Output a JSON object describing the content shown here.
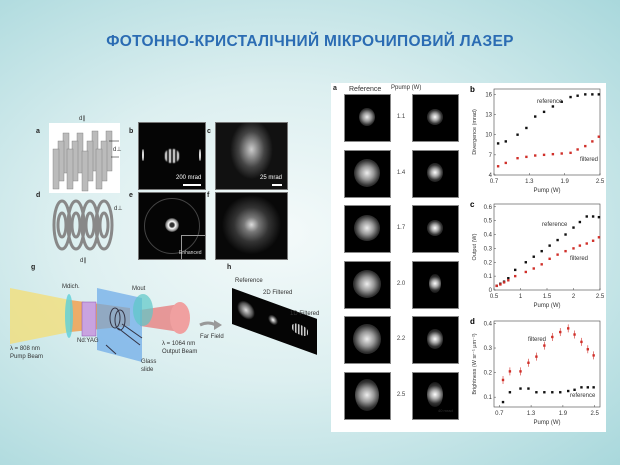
{
  "slide": {
    "title": "ФОТОННО-КРИСТАЛІЧНИЙ МІКРОЧИПОВИЙ ЛАЗЕР"
  },
  "left_figure": {
    "panel_labels": [
      "a",
      "b",
      "c",
      "d",
      "e",
      "f",
      "g",
      "h"
    ],
    "a": {
      "dim1": "d∥",
      "dim2": "d⊥"
    },
    "b": {
      "scale": "200 mrad"
    },
    "c": {
      "scale": "25 mrad"
    },
    "d": {
      "dim1": "d⊥",
      "dim2": "d∥"
    },
    "e": {
      "inset": "Enhanced"
    },
    "g": {
      "m_dich": "Mdich.",
      "m_out": "Mout",
      "crystal": "Nd:YAG",
      "pump1": "λ = 808 nm",
      "pump2": "Pump Beam",
      "out1": "λ = 1064 nm",
      "out2": "Output Beam",
      "glass1": "Glass",
      "glass2": "slide",
      "far_field": "Far Field"
    },
    "h": {
      "reference": "Reference",
      "filtered2d": "2D Filtered",
      "filtered1d": "1D Filtered"
    }
  },
  "right_figure": {
    "a": {
      "label": "a",
      "col_reference": "Reference",
      "col_pump": "Ppump (W)",
      "pumps": [
        "1.1",
        "1.4",
        "1.7",
        "2.0",
        "2.2",
        "2.5"
      ],
      "scale": "40 mrad"
    },
    "colors": {
      "reference": "#111111",
      "filtered": "#d0302a"
    }
  },
  "chart_data": [
    {
      "type": "scatter",
      "label": "b",
      "title": "",
      "xlabel": "Pump (W)",
      "ylabel": "Divergence (mrad)",
      "xlim": [
        0.7,
        2.5
      ],
      "ylim": [
        4,
        16.8
      ],
      "xticks": [
        0.7,
        1.3,
        1.9,
        2.5
      ],
      "yticks": [
        4,
        7,
        10,
        13,
        16
      ],
      "x": [
        0.77,
        0.9,
        1.1,
        1.25,
        1.4,
        1.55,
        1.7,
        1.85,
        2.0,
        2.12,
        2.25,
        2.37,
        2.48
      ],
      "series": [
        {
          "name": "reference",
          "values": [
            8.7,
            9.0,
            10.0,
            11.0,
            12.7,
            13.4,
            14.2,
            14.9,
            15.6,
            15.8,
            16.0,
            16.0,
            16.0
          ]
        },
        {
          "name": "filtered",
          "values": [
            5.3,
            5.8,
            6.5,
            6.7,
            6.9,
            7.0,
            7.1,
            7.2,
            7.3,
            7.8,
            8.3,
            9.0,
            9.7
          ]
        }
      ]
    },
    {
      "type": "scatter",
      "label": "c",
      "title": "",
      "xlabel": "Pump (W)",
      "ylabel": "Output (W)",
      "xlim": [
        0.5,
        2.5
      ],
      "ylim": [
        0,
        0.62
      ],
      "xticks": [
        0.5,
        1.0,
        1.5,
        2.0,
        2.5
      ],
      "yticks": [
        0.0,
        0.1,
        0.2,
        0.3,
        0.4,
        0.5,
        0.6
      ],
      "x": [
        0.55,
        0.62,
        0.69,
        0.77,
        0.9,
        1.1,
        1.25,
        1.4,
        1.55,
        1.7,
        1.85,
        2.0,
        2.12,
        2.25,
        2.37,
        2.48
      ],
      "series": [
        {
          "name": "reference",
          "values": [
            0.03,
            0.045,
            0.06,
            0.085,
            0.145,
            0.2,
            0.24,
            0.28,
            0.32,
            0.36,
            0.4,
            0.45,
            0.49,
            0.53,
            0.53,
            0.525
          ]
        },
        {
          "name": "filtered",
          "values": [
            0.03,
            0.04,
            0.055,
            0.07,
            0.1,
            0.13,
            0.155,
            0.185,
            0.225,
            0.255,
            0.28,
            0.3,
            0.32,
            0.335,
            0.355,
            0.38
          ]
        }
      ]
    },
    {
      "type": "scatter",
      "label": "d",
      "title": "",
      "xlabel": "Pump (W)",
      "ylabel": "Brightness (W sr⁻¹ µm⁻²)",
      "xlim": [
        0.6,
        2.6
      ],
      "ylim": [
        0.06,
        0.41
      ],
      "xticks": [
        0.7,
        1.3,
        1.9,
        2.5
      ],
      "yticks": [
        0.1,
        0.2,
        0.3,
        0.4
      ],
      "x": [
        0.77,
        0.9,
        1.1,
        1.25,
        1.4,
        1.55,
        1.7,
        1.85,
        2.0,
        2.12,
        2.25,
        2.37,
        2.48
      ],
      "series": [
        {
          "name": "filtered",
          "values": [
            0.17,
            0.205,
            0.205,
            0.24,
            0.265,
            0.31,
            0.345,
            0.365,
            0.38,
            0.355,
            0.325,
            0.295,
            0.27
          ]
        },
        {
          "name": "reference",
          "values": [
            0.08,
            0.12,
            0.135,
            0.135,
            0.12,
            0.12,
            0.12,
            0.12,
            0.125,
            0.13,
            0.14,
            0.14,
            0.14
          ]
        }
      ]
    }
  ]
}
